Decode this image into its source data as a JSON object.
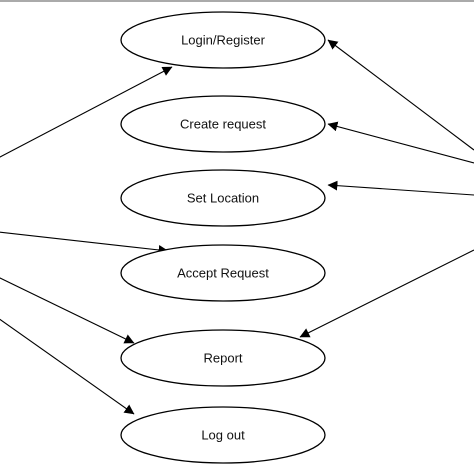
{
  "use_cases": [
    {
      "id": "login",
      "label": "Login/Register"
    },
    {
      "id": "create",
      "label": "Create request"
    },
    {
      "id": "location",
      "label": "Set Location"
    },
    {
      "id": "accept",
      "label": "Accept Request"
    },
    {
      "id": "report",
      "label": "Report"
    },
    {
      "id": "logout",
      "label": "Log out"
    }
  ],
  "associations": [
    {
      "from": "left-actor",
      "to": "login"
    },
    {
      "from": "left-actor",
      "to": "accept"
    },
    {
      "from": "left-actor",
      "to": "report"
    },
    {
      "from": "left-actor",
      "to": "logout"
    },
    {
      "from": "right-actor",
      "to": "login"
    },
    {
      "from": "right-actor",
      "to": "create"
    },
    {
      "from": "right-actor",
      "to": "location"
    },
    {
      "from": "right-actor",
      "to": "report"
    }
  ]
}
